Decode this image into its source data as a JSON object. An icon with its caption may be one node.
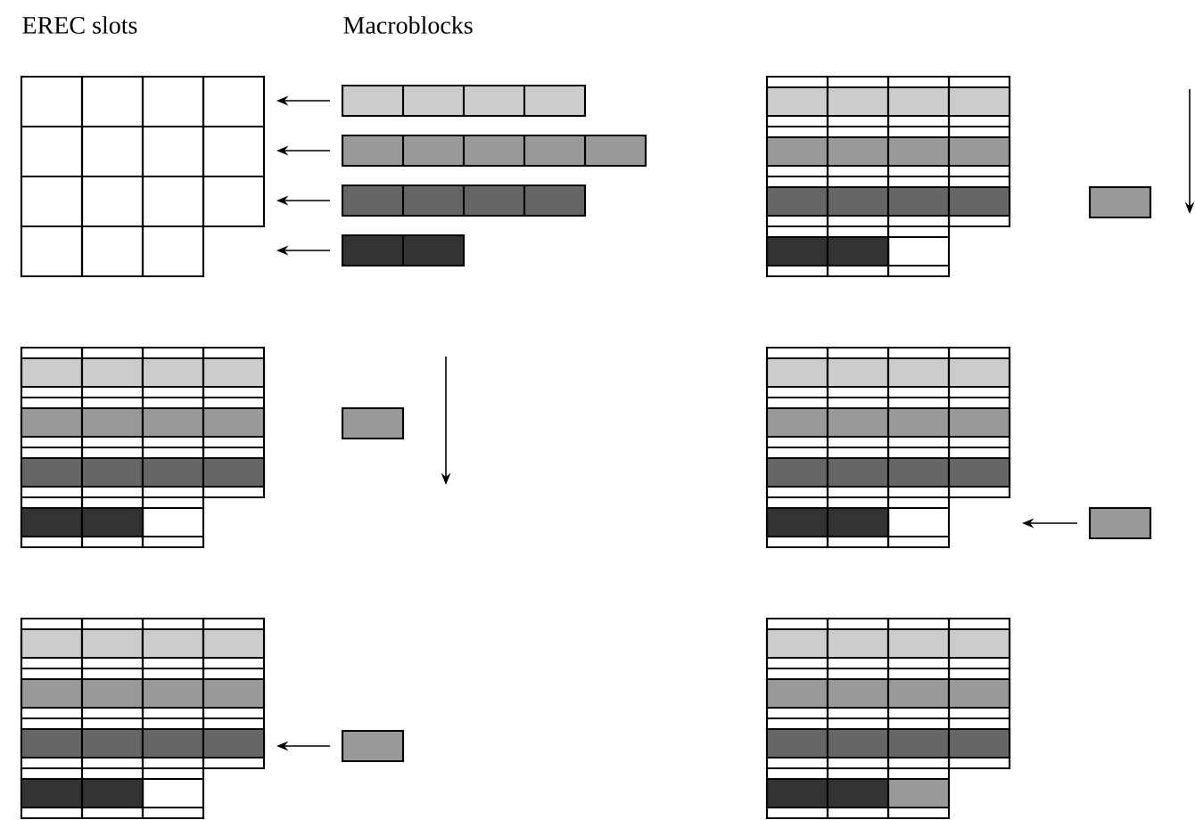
{
  "diagram": {
    "nodes": [
      {
        "text": [],
        "shape": "box"
      },
      {
        "text": [],
        "shape": "bar"
      },
      {
        "text": [],
        "shape": "bar"
      },
      {
        "text": [],
        "shape": "bar"
      },
      {
        "text": [],
        "shape": "bar"
      },
      {
        "text": [],
        "shape": "box"
      },
      {
        "text": [],
        "shape": "bar"
      },
      {
        "text": [],
        "shape": "box"
      },
      {
        "text": [],
        "shape": "bar"
      },
      {
        "text": [],
        "shape": "box"
      },
      {
        "text": [],
        "shape": "bar"
      },
      {
        "text": [],
        "shape": "box"
      },
      {
        "text": [],
        "shape": "bar"
      },
      {
        "text": [],
        "shape": "box"
      }
    ],
    "edges": [
      {
        "from": 1,
        "to": 0,
        "arrow": "to"
      },
      {
        "from": 2,
        "to": 0,
        "arrow": "to"
      },
      {
        "from": 3,
        "to": 0,
        "arrow": "to"
      },
      {
        "from": 4,
        "to": 0,
        "arrow": "to"
      },
      {
        "from": 10,
        "to": 9,
        "arrow": "to"
      },
      {
        "from": 12,
        "to": 11,
        "arrow": "to"
      }
    ],
    "labels": [
      "EREC slots",
      "Macroblocks"
    ]
  }
}
